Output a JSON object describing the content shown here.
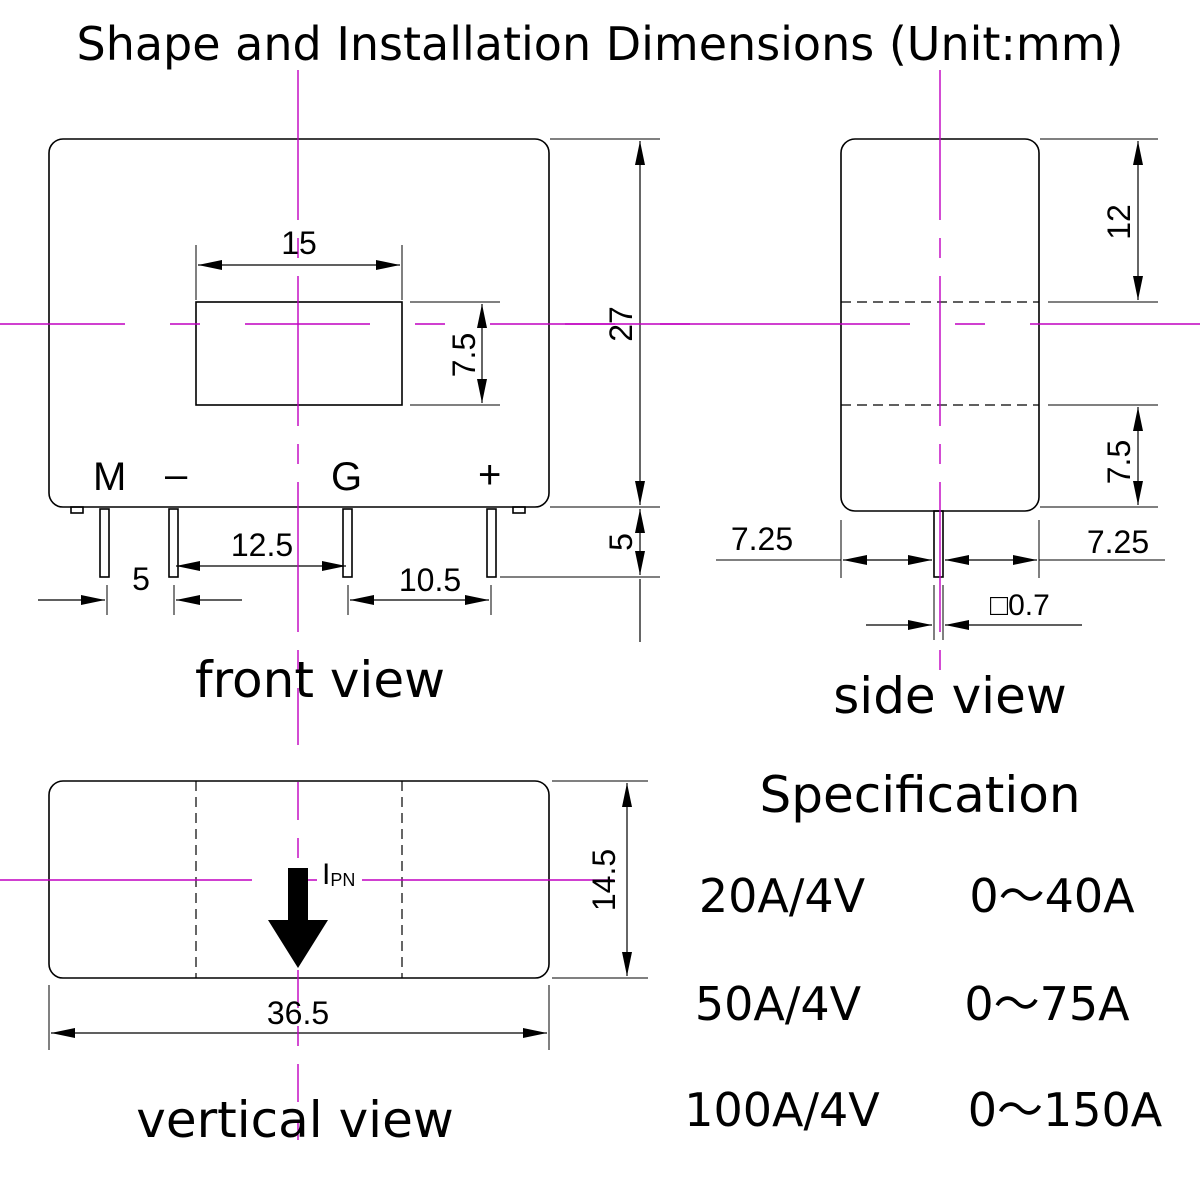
{
  "title": "Shape and Installation Dimensions  (Unit:mm)",
  "front": {
    "caption": "front view",
    "pins": {
      "m": "M",
      "minus": "–",
      "g": "G",
      "plus": "+"
    },
    "dims": {
      "window_w": "15",
      "window_h": "7.5",
      "height": "27",
      "pin_len": "5",
      "p_m_minus": "5",
      "p_minus_g": "12.5",
      "p_g_plus": "10.5"
    }
  },
  "side": {
    "caption": "side view",
    "dims": {
      "top": "12",
      "bottom": "7.5",
      "left": "7.25",
      "right": "7.25",
      "pin": "□0.7"
    }
  },
  "vertical": {
    "caption": "vertical view",
    "current": "I",
    "current_sub": "PN",
    "dims": {
      "width": "36.5",
      "depth": "14.5"
    }
  },
  "spec": {
    "heading": "Specification",
    "rows": [
      {
        "model": "20A/4V",
        "range": "0～40A"
      },
      {
        "model": "50A/4V",
        "range": "0～75A"
      },
      {
        "model": "100A/4V",
        "range": "0～150A"
      }
    ]
  },
  "colors": {
    "centerline": "#c000c0",
    "line": "#000000"
  }
}
